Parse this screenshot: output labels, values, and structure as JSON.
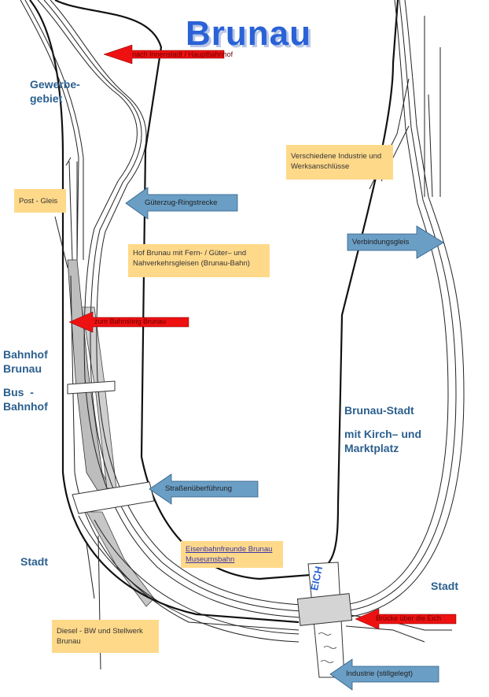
{
  "title": "Brunau",
  "areas": {
    "gewerbegebiet": "Gewerbe-\ngebiet",
    "bahnhof": "Bahnhof\nBrunau",
    "busbahnhof": "Bus  -\nBahnhof",
    "stadt_left": "Stadt",
    "brunau_stadt": "Brunau-Stadt",
    "kirch_markt": "mit Kirch– und\nMarktplatz",
    "stadt_right": "Stadt"
  },
  "notes": {
    "post": "Post  - Gleis",
    "hof": "Hof Brunau mit Fern- / Güter– und Nahverkehrsgleisen (Brunau-Bahn)",
    "industrie": "Verschiedene Industrie und Werksanschlüsse",
    "museum": "Eisenbahnfreunde Brunau Museumsbahn",
    "diesel": "Diesel  -  BW und Stellwerk Brunau"
  },
  "arrows": {
    "top_red": "nach Innenstadt / Hauptbahnhof",
    "gueterzug": "Güterzug-Ringstrecke",
    "verbindung": "Verbindungsgleis",
    "bahnsteig": "zum Bahnsteig Brunau",
    "strasse": "Straßenüberführung",
    "bruecke": "Brücke über die Eich",
    "industrie_still": "Industrie (stillgelegt)"
  },
  "river": "EICH",
  "colors": {
    "title": "#2a62d6",
    "area_text": "#2b5f8e",
    "note_bg": "#ffd98a",
    "arrow_red": "#ee1111",
    "arrow_blue": "#6a9ec5",
    "track": "#222222",
    "platform": "#bfbfbf"
  }
}
